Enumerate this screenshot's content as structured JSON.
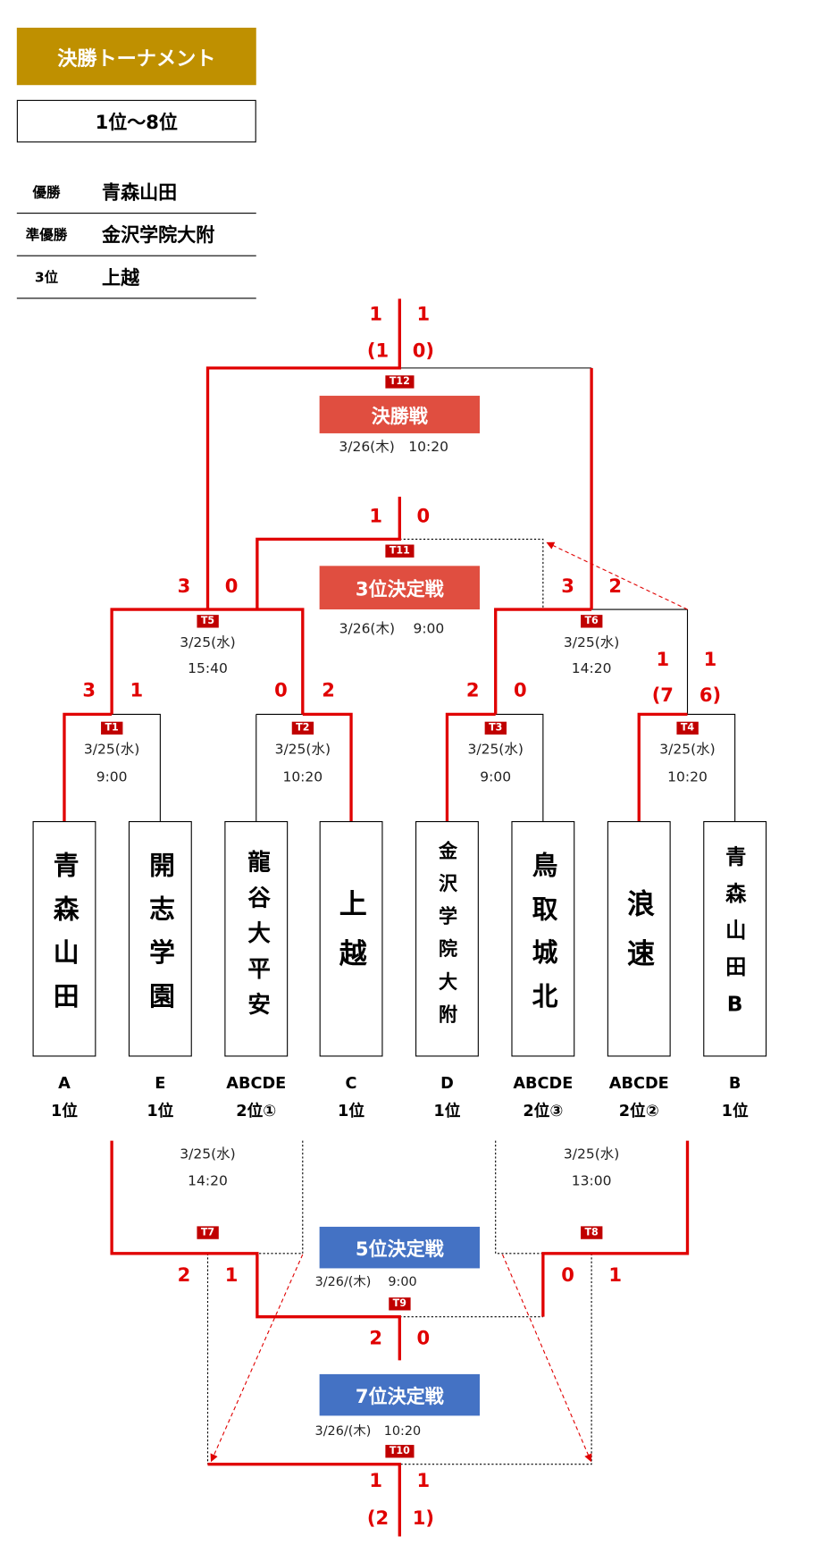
{
  "header": {
    "title": "決勝トーナメント",
    "range": "1位〜8位"
  },
  "results": [
    {
      "label": "優勝",
      "team": "青森山田"
    },
    {
      "label": "準優勝",
      "team": "金沢学院大附"
    },
    {
      "label": "3位",
      "team": "上越"
    }
  ],
  "teams": [
    {
      "name": "青森山田",
      "group": "A",
      "rank": "1位"
    },
    {
      "name": "開志学園",
      "group": "E",
      "rank": "1位"
    },
    {
      "name": "龍谷大平安",
      "group": "ABCDE",
      "rank": "2位①"
    },
    {
      "name": "上越",
      "group": "C",
      "rank": "1位"
    },
    {
      "name": "金沢学院大附",
      "group": "D",
      "rank": "1位"
    },
    {
      "name": "鳥取城北",
      "group": "ABCDE",
      "rank": "2位③"
    },
    {
      "name": "浪速",
      "group": "ABCDE",
      "rank": "2位②"
    },
    {
      "name": "青森山田B",
      "group": "B",
      "rank": "1位"
    }
  ],
  "matches": {
    "T1": {
      "id": "T1",
      "left": "3",
      "right": "1",
      "date": "3/25(水)",
      "time": "9:00"
    },
    "T2": {
      "id": "T2",
      "left": "0",
      "right": "2",
      "date": "3/25(水)",
      "time": "10:20"
    },
    "T3": {
      "id": "T3",
      "left": "2",
      "right": "0",
      "date": "3/25(水)",
      "time": "9:00"
    },
    "T4": {
      "id": "T4",
      "left": "1",
      "right": "1",
      "left_pk": "(7",
      "right_pk": "6)",
      "date": "3/25(水)",
      "time": "10:20"
    },
    "T5": {
      "id": "T5",
      "left": "3",
      "right": "0",
      "date": "3/25(水)",
      "time": "15:40"
    },
    "T6": {
      "id": "T6",
      "left": "3",
      "right": "2",
      "date": "3/25(水)",
      "time": "14:20"
    },
    "T7": {
      "id": "T7",
      "left": "2",
      "right": "1",
      "date": "3/25(水)",
      "time": "14:20"
    },
    "T8": {
      "id": "T8",
      "left": "0",
      "right": "1",
      "date": "3/25(水)",
      "time": "13:00"
    },
    "T9": {
      "id": "T9",
      "title": "5位決定戦",
      "left": "2",
      "right": "0",
      "datetime": "3/26/(木)　 9:00"
    },
    "T10": {
      "id": "T10",
      "title": "7位決定戦",
      "left": "1",
      "right": "1",
      "left_pk": "(2",
      "right_pk": "1)",
      "datetime": "3/26/(木)　10:20"
    },
    "T11": {
      "id": "T11",
      "title": "3位決定戦",
      "left": "1",
      "right": "0",
      "datetime": "3/26(木)　 9:00"
    },
    "T12": {
      "id": "T12",
      "title": "決勝戦",
      "left": "1",
      "right": "1",
      "left_pk": "(1",
      "right_pk": "0)",
      "datetime": "3/26(木)　10:20"
    }
  },
  "colors": {
    "gold": "#bf9000",
    "win_line": "#e00000",
    "final_title": "#e04e40",
    "placing_title": "#4472c4",
    "badge": "#c00000"
  }
}
